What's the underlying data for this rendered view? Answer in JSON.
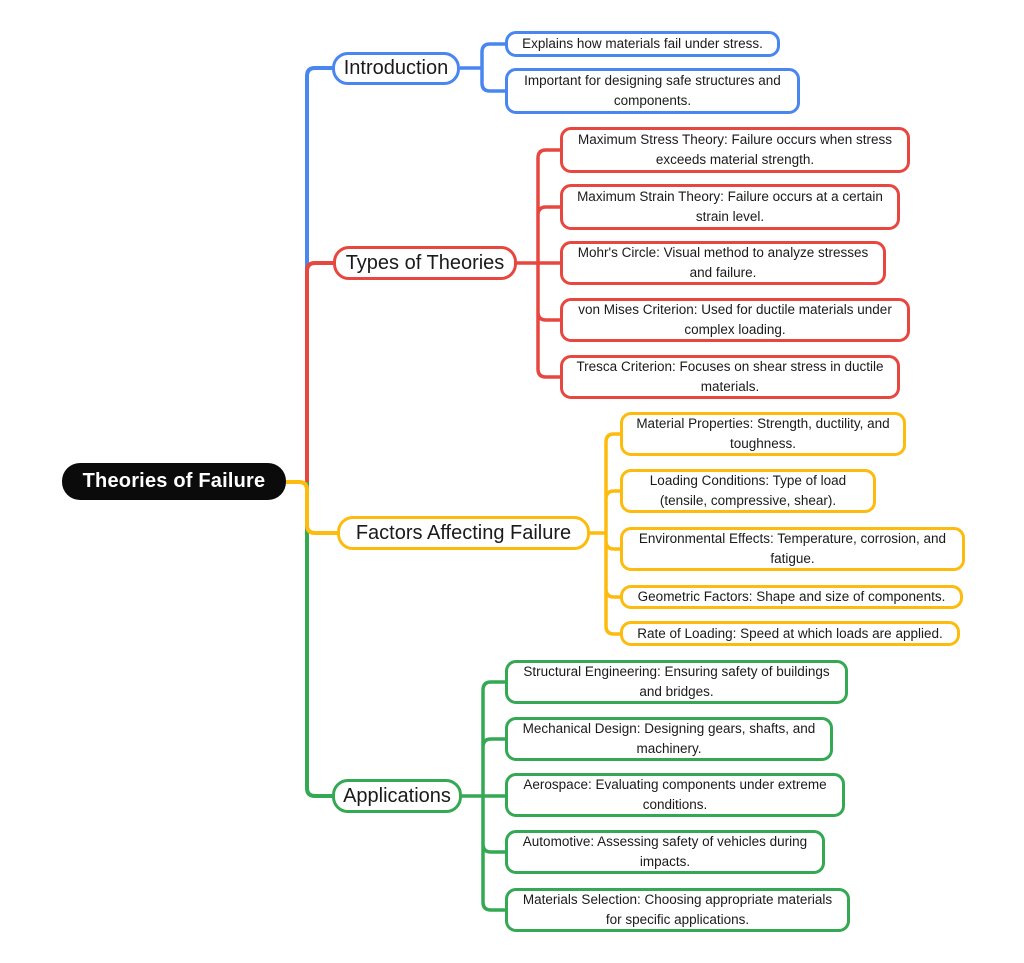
{
  "root": {
    "label": "Theories of Failure"
  },
  "palette": {
    "blue": "#4a86f0",
    "red": "#e8473f",
    "yellow": "#fcbb0d",
    "green": "#34a853",
    "root_background": "#0b0b0b",
    "root_text": "#ffffff",
    "node_text": "#1a1a1a",
    "background": "#ffffff"
  },
  "branches": [
    {
      "label": "Introduction",
      "color": "blue",
      "children": [
        "Explains how materials fail under stress.",
        "Important for designing safe structures and components."
      ]
    },
    {
      "label": "Types of Theories",
      "color": "red",
      "children": [
        "Maximum Stress Theory: Failure occurs when stress exceeds material strength.",
        "Maximum Strain Theory: Failure occurs at a certain strain level.",
        "Mohr's Circle: Visual method to analyze stresses and failure.",
        "von Mises Criterion: Used for ductile materials under complex loading.",
        "Tresca Criterion: Focuses on shear stress in ductile materials."
      ]
    },
    {
      "label": "Factors Affecting Failure",
      "color": "yellow",
      "children": [
        "Material Properties: Strength, ductility, and toughness.",
        "Loading Conditions: Type of load (tensile, compressive, shear).",
        "Environmental Effects: Temperature, corrosion, and fatigue.",
        "Geometric Factors: Shape and size of components.",
        "Rate of Loading: Speed at which loads are applied."
      ]
    },
    {
      "label": "Applications",
      "color": "green",
      "children": [
        "Structural Engineering: Ensuring safety of buildings and bridges.",
        "Mechanical Design: Designing gears, shafts, and machinery.",
        "Aerospace: Evaluating components under extreme conditions.",
        "Automotive: Assessing safety of vehicles during impacts.",
        "Materials Selection: Choosing appropriate materials for specific applications."
      ]
    }
  ]
}
